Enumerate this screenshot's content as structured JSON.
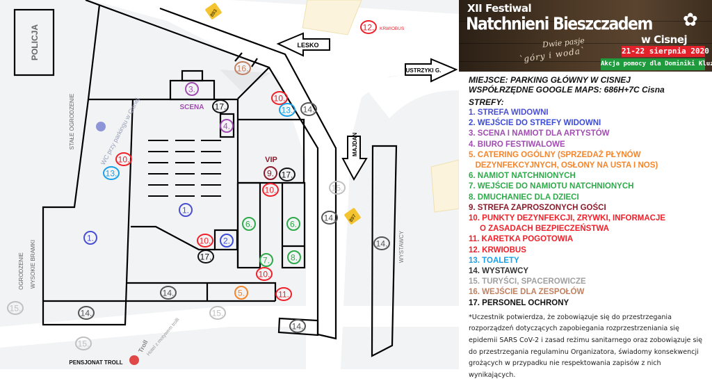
{
  "banner": {
    "edition": "XII Festiwal",
    "title": "Natchnieni Bieszczadem",
    "place": "w Cisnej",
    "motto_line1": "Dwie pasje",
    "motto_line2": "`góry i woda`",
    "dates": "21-22 sierpnia 2020",
    "charity": "Akcja pomocy dla Dominiki Kluz"
  },
  "legend": {
    "place": "MIEJSCE: PARKING GŁÓWNY W CISNEJ",
    "coords": "WSPÓŁRZĘDNE GOOGLE MAPS: 686H+7C Cisna",
    "zones_title": "STREFY:",
    "items": [
      {
        "text": "1. STREFA WIDOWNI",
        "color": "#4a4fd0"
      },
      {
        "text": "2. WEJŚCIE DO STREFY WIDOWNI",
        "color": "#3c4bd6"
      },
      {
        "text": "3. SCENA I NAMIOT DLA ARTYSTÓW",
        "color": "#a04cb0"
      },
      {
        "text": "4. BIURO FESTIWALOWE",
        "color": "#a04cb0"
      },
      {
        "text": "5. CATERING OGÓLNY (SPRZEDAŻ PŁYNÓW\n   DEZYNFEKCYJNYCH, OSŁONY NA USTA I NOS)",
        "color": "#f5852a"
      },
      {
        "text": "6. NAMIOT NATCHNIONYCH",
        "color": "#2eaa4a"
      },
      {
        "text": "7. WEJŚCIE DO NAMIOTU NATCHNIONYCH",
        "color": "#2eaa4a"
      },
      {
        "text": "8. DMUCHANIEC DLA DZIECI",
        "color": "#2eaa4a"
      },
      {
        "text": "9. STREFA ZAPROSZONYCH GOŚCI",
        "color": "#8b1a2a"
      },
      {
        "text": "10. PUNKTY DEZYNFEKCJI, ZRYWKI, INFORMACJE\n     O ZASADACH BEZPIECZEŃSTWA",
        "color": "#f0202a"
      },
      {
        "text": "11. KARETKA POGOTOWIA",
        "color": "#f0202a"
      },
      {
        "text": "12. KRWIOBUS",
        "color": "#f0202a"
      },
      {
        "text": "13. TOALETY",
        "color": "#18a0e8"
      },
      {
        "text": "14. WYSTAWCY",
        "color": "#333333"
      },
      {
        "text": "15. TURYŚCI, SPACEROWICZE",
        "color": "#a0a0a0"
      },
      {
        "text": "16. WEJŚCIE DLA ZESPOŁÓW",
        "color": "#c08060"
      },
      {
        "text": "17. PERSONEL OCHRONY",
        "color": "#111111"
      }
    ],
    "note": "*Uczestnik potwierdza, że zobowiązuje się do przestrzegania rozporządzeń dotyczących zapobiegania rozprzestrzeniania się epidemii SARS CoV-2 i zasad reżimu sanitarnego oraz zobowiązuje się do przestrzegania regulaminu Organizatora, świadomy konsekwencji grożących w przypadku nie respektowania zapisów z nich wynikających."
  },
  "map": {
    "police": "POLICJA",
    "fence_permanent": "STAŁE  OGRODZENIE",
    "fence_high_1": "OGRODZENIE",
    "fence_high_2": "WYSOKIE  BRAMKI",
    "stage": "SCENA",
    "vip": "VIP",
    "exhibitors": "WYSTAWCY",
    "krwiobus": "KRWIOBUS",
    "arrow_lesko": "LESKO",
    "arrow_ustrzyki": "USTRZYKI G.",
    "arrow_majdan": "MAJDAN",
    "road_893": "893",
    "road_897": "897",
    "wc_poi": "WC przy parkingu w Cisnej",
    "troll_poi": "Troll",
    "troll_sub": "Hotel z motywem trolli",
    "pensjonat": "PENSJONAT TROLL",
    "markers": [
      {
        "label": "1.",
        "color": "#4a4fd0"
      },
      {
        "label": "1.",
        "color": "#4a4fd0"
      },
      {
        "label": "2.",
        "color": "#3c4bd6"
      },
      {
        "label": "3.",
        "color": "#a04cb0"
      },
      {
        "label": "4.",
        "color": "#a04cb0"
      },
      {
        "label": "5.",
        "color": "#f5852a"
      },
      {
        "label": "6.",
        "color": "#2eaa4a"
      },
      {
        "label": "6.",
        "color": "#2eaa4a"
      },
      {
        "label": "7.",
        "color": "#2eaa4a"
      },
      {
        "label": "8.",
        "color": "#2eaa4a"
      },
      {
        "label": "9.",
        "color": "#8b1a2a"
      },
      {
        "label": "10.",
        "color": "#f0202a"
      },
      {
        "label": "10.",
        "color": "#f0202a"
      },
      {
        "label": "10.",
        "color": "#f0202a"
      },
      {
        "label": "10.",
        "color": "#f0202a"
      },
      {
        "label": "10.",
        "color": "#f0202a"
      },
      {
        "label": "11.",
        "color": "#f0202a"
      },
      {
        "label": "12.",
        "color": "#f0202a"
      },
      {
        "label": "13.",
        "color": "#18a0e8"
      },
      {
        "label": "13.",
        "color": "#18a0e8"
      },
      {
        "label": "14.",
        "color": "#555555"
      },
      {
        "label": "14.",
        "color": "#555555"
      },
      {
        "label": "14.",
        "color": "#555555"
      },
      {
        "label": "14.",
        "color": "#555555"
      },
      {
        "label": "14.",
        "color": "#555555"
      },
      {
        "label": "14.",
        "color": "#555555"
      },
      {
        "label": "15.",
        "color": "#c0c0c0"
      },
      {
        "label": "15.",
        "color": "#c0c0c0"
      },
      {
        "label": "15.",
        "color": "#c0c0c0"
      },
      {
        "label": "15.",
        "color": "#c0c0c0"
      },
      {
        "label": "16.",
        "color": "#c08060"
      },
      {
        "label": "17.",
        "color": "#111111"
      },
      {
        "label": "17.",
        "color": "#111111"
      },
      {
        "label": "17.",
        "color": "#111111"
      }
    ]
  }
}
